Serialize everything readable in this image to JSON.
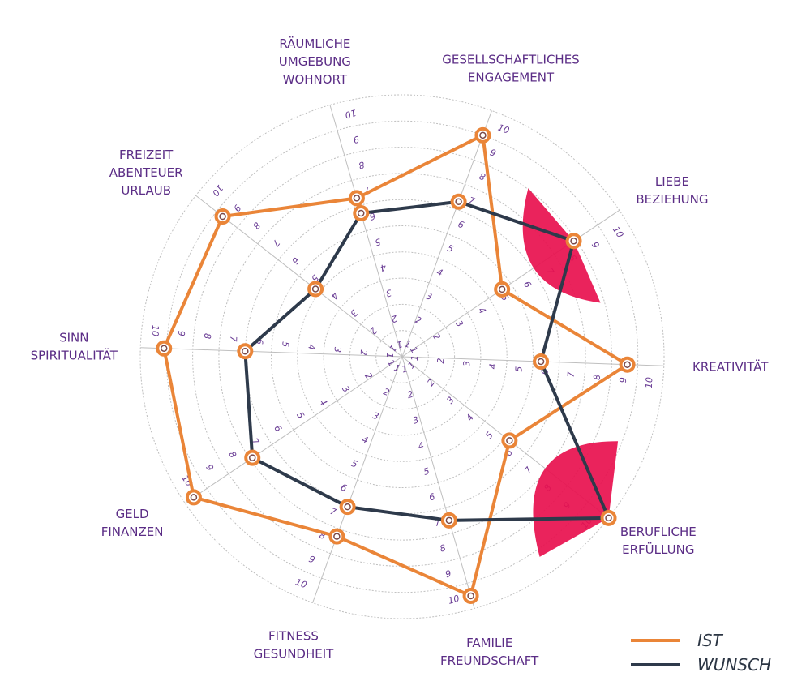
{
  "chart_data": {
    "type": "radar",
    "scale": {
      "min": 0,
      "max": 10,
      "ticks": [
        1,
        2,
        3,
        4,
        5,
        6,
        7,
        8,
        9,
        10
      ]
    },
    "axes": [
      {
        "key": "gesellschaft",
        "label": [
          "GESELLSCHAFTLICHES",
          "ENGAGEMENT"
        ]
      },
      {
        "key": "liebe",
        "label": [
          "LIEBE",
          "BEZIEHUNG"
        ]
      },
      {
        "key": "kreativitaet",
        "label": [
          "KREATIVITÄT"
        ]
      },
      {
        "key": "beruf",
        "label": [
          "BERUFLICHE",
          "ERFÜLLUNG"
        ]
      },
      {
        "key": "familie",
        "label": [
          "FAMILIE",
          "FREUNDSCHAFT"
        ]
      },
      {
        "key": "fitness",
        "label": [
          "FITNESS",
          "GESUNDHEIT"
        ]
      },
      {
        "key": "geld",
        "label": [
          "GELD",
          "FINANZEN"
        ]
      },
      {
        "key": "sinn",
        "label": [
          "SINN",
          "SPIRITUALITÄT"
        ]
      },
      {
        "key": "freizeit",
        "label": [
          "FREIZEIT",
          "ABENTEUER",
          "URLAUB"
        ]
      },
      {
        "key": "raeumlich",
        "label": [
          "RÄUMLICHE",
          "UMGEBUNG",
          "WOHNORT"
        ]
      }
    ],
    "series": [
      {
        "name": "IST",
        "color": "#ea8538",
        "values": [
          9,
          4.6,
          8.6,
          5.2,
          9.5,
          7.3,
          9.6,
          9.1,
          8.7,
          6.3
        ]
      },
      {
        "name": "WUNSCH",
        "color": "#2e3a4b",
        "values": [
          6.3,
          7.9,
          5.3,
          10,
          6.5,
          6.1,
          6.9,
          6.0,
          4.2,
          5.7
        ]
      }
    ],
    "gap_fill_color": "#e8104e",
    "grid": true,
    "legend_position": "bottom-right"
  }
}
